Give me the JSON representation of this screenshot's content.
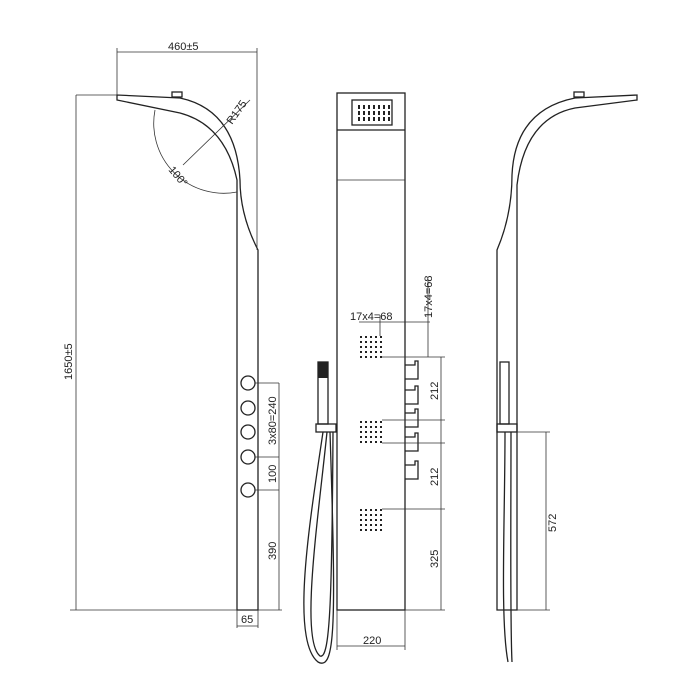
{
  "dimensions": {
    "width_top": "460±5",
    "radius": "R175",
    "angle": "100°",
    "height": "1650±5",
    "valve_spacing": "3x80=240",
    "valve_gap": "100",
    "bottom_valve": "390",
    "depth": "65",
    "nozzle_h": "17x4=68",
    "nozzle_v": "17x4=68",
    "jet_spacing_1": "212",
    "jet_spacing_2": "212",
    "bottom_jet": "325",
    "panel_width": "220",
    "hand_shower_height": "572"
  },
  "colors": {
    "line": "#222222",
    "background": "#ffffff"
  }
}
